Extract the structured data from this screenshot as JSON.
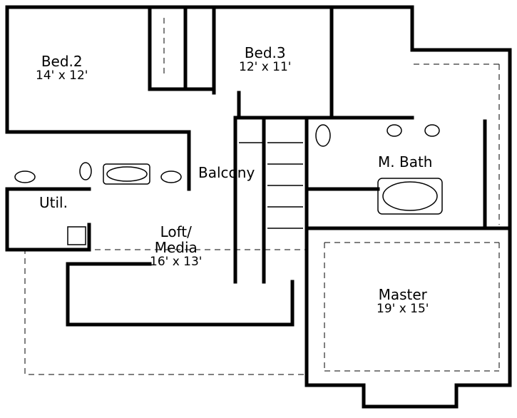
{
  "rooms": {
    "bed2": {
      "name": "Bed.2",
      "size": "14' x 12'"
    },
    "bed3": {
      "name": "Bed.3",
      "size": "12' x 11'"
    },
    "balcony": {
      "name": "Balcony"
    },
    "mbath": {
      "name": "M. Bath"
    },
    "util": {
      "name": "Util."
    },
    "loft": {
      "name_line1": "Loft/",
      "name_line2": "Media",
      "size": "16' x 13'"
    },
    "master": {
      "name": "Master",
      "size": "19' x 15'"
    }
  },
  "colors": {
    "wall": "#000000",
    "background": "#ffffff",
    "fixture": "#888888"
  }
}
